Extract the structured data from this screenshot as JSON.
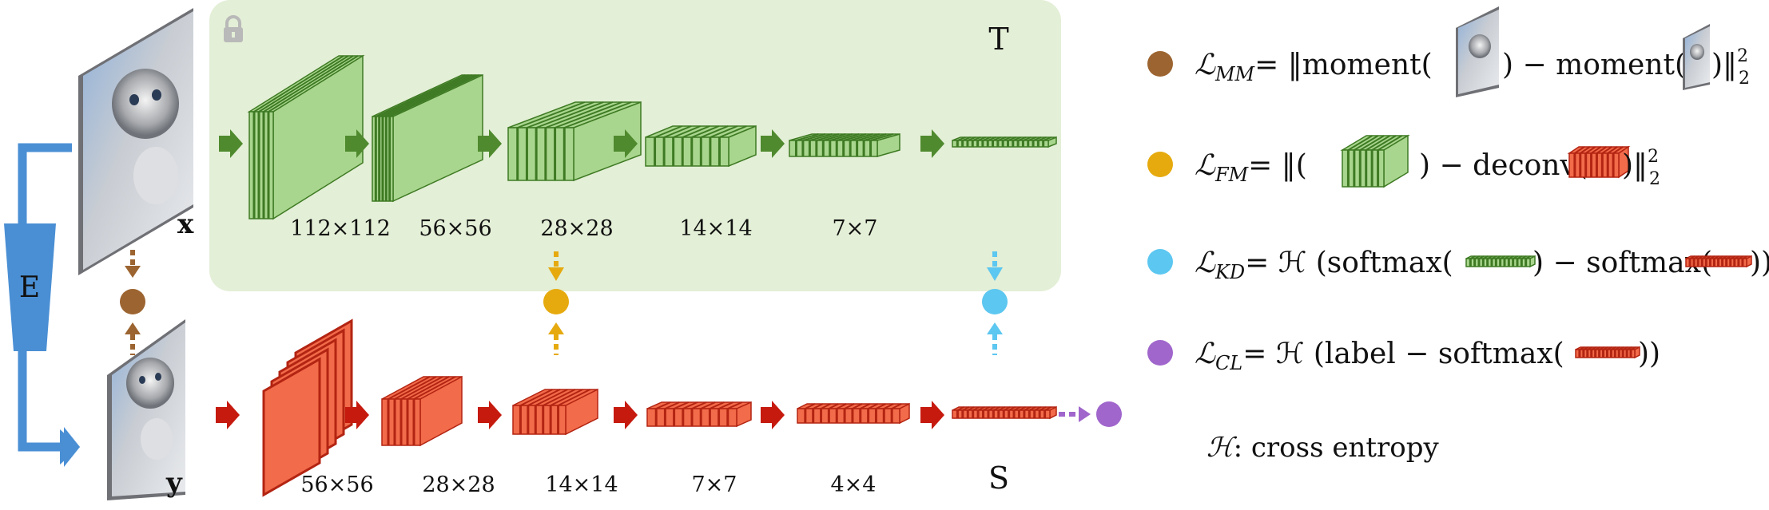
{
  "teacher": {
    "label": "T",
    "sizes": [
      "112×112",
      "56×56",
      "28×28",
      "14×14",
      "7×7"
    ],
    "fill": "#a9d68e",
    "stroke": "#3e7a23",
    "panel": "#e3efd6"
  },
  "student": {
    "label": "S",
    "sizes": [
      "56×56",
      "28×28",
      "14×14",
      "7×7",
      "4×4"
    ],
    "fill": "#f26b4a",
    "stroke": "#b32412"
  },
  "inputs": {
    "x_label": "x",
    "y_label": "y",
    "encoder_label": "E"
  },
  "legend": {
    "mm": {
      "color": "#9c6430",
      "L": "ℒ",
      "sub": "MM",
      "rhs1": "= ‖moment(",
      "rhs2": ") − moment(",
      "rhs3": ")‖",
      "sup": "2",
      "sub2": "2"
    },
    "fm": {
      "color": "#e6aa0f",
      "L": "ℒ",
      "sub": "FM",
      "rhs1": "= ‖(",
      "rhs2": ") − deconv(",
      "rhs3": ")‖",
      "sup": "2",
      "sub2": "2"
    },
    "kd": {
      "color": "#5cc7f0",
      "L": "ℒ",
      "sub": "KD",
      "rhs1": "= ℋ (softmax(",
      "rhs2": ") − softmax(",
      "rhs3": "))"
    },
    "cl": {
      "color": "#a066cc",
      "L": "ℒ",
      "sub": "CL",
      "rhs1": "= ℋ (label − softmax(",
      "rhs3": "))"
    },
    "note": {
      "H": "ℋ",
      "text": ": cross entropy"
    }
  },
  "colors": {
    "arrow_green": "#4f8a2e",
    "arrow_red": "#c61a0f",
    "encoder_blue": "#4a8fd4"
  }
}
